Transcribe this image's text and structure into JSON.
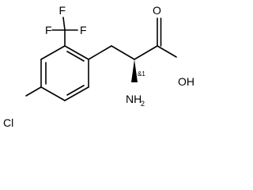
{
  "molecule": {
    "atoms": {
      "f_top": "F",
      "f_left": "F",
      "f_right": "F",
      "oxygen_carbonyl": "O",
      "hydroxyl": "OH",
      "amine_main": "NH",
      "amine_sub": "2",
      "chlorine": "Cl"
    },
    "stereo_descriptor": "&1"
  }
}
